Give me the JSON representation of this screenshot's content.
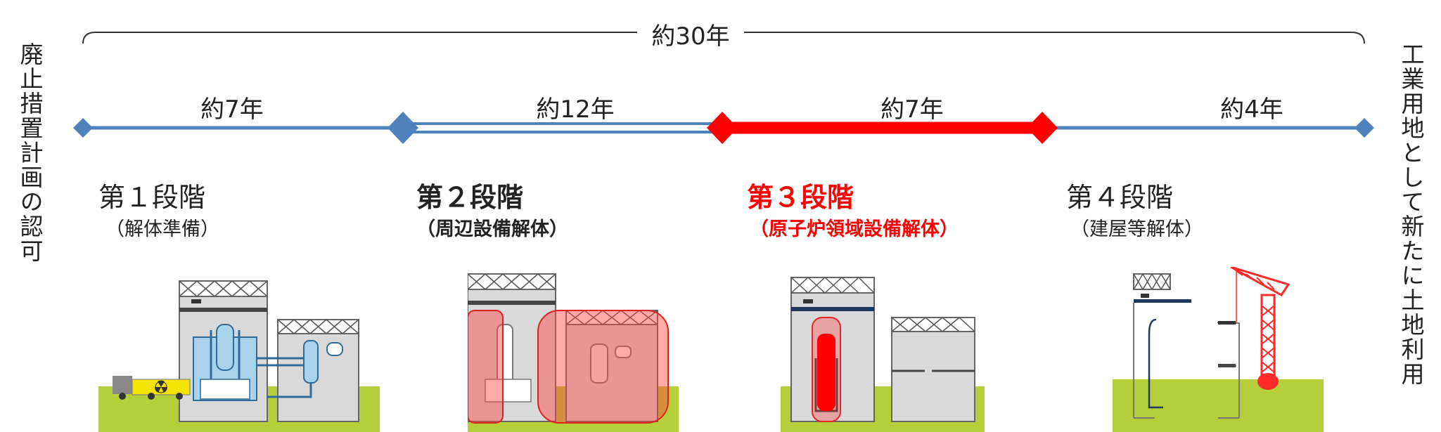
{
  "left_label": "廃止措置計画の認可",
  "right_label": "工業用地として新たに土地利用",
  "total": {
    "label": "約30年"
  },
  "segments": [
    {
      "label": "約7年"
    },
    {
      "label": "約12年"
    },
    {
      "label": "約7年"
    },
    {
      "label": "約4年"
    }
  ],
  "stages": [
    {
      "title": "第１段階",
      "subtitle": "（解体準備）",
      "emphasis": "normal"
    },
    {
      "title": "第２段階",
      "subtitle": "（周辺設備解体）",
      "emphasis": "bold"
    },
    {
      "title": "第３段階",
      "subtitle": "（原子炉領域設備解体）",
      "emphasis": "bold-red"
    },
    {
      "title": "第４段階",
      "subtitle": "（建屋等解体）",
      "emphasis": "normal"
    }
  ],
  "colors": {
    "timeline_blue": "#4f81bd",
    "highlight_red": "#ff0000",
    "ground_green": "#b5cf3a",
    "building_gray": "#d9d9d9",
    "equipment_blue": "#a9d3ea",
    "overlay_red": "#ff4040",
    "crane_red": "#ff2a2a"
  },
  "icons": [
    "radiation-warning-icon",
    "crane-icon"
  ]
}
